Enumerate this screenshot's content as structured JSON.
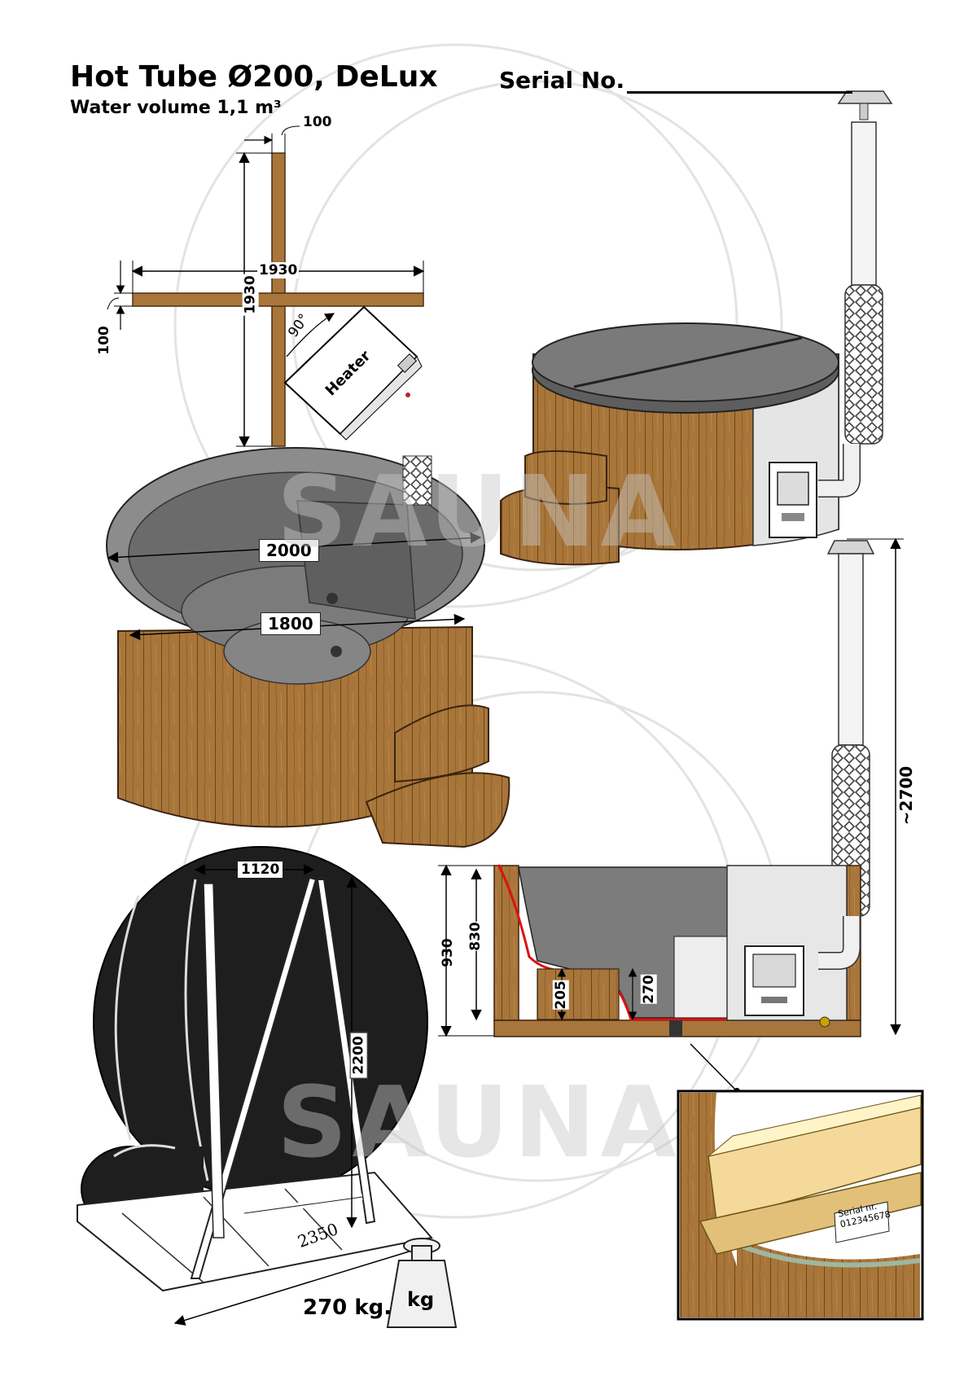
{
  "header": {
    "title": "Hot Tube Ø200, DeLux",
    "subtitle": "Water volume 1,1 m³",
    "serial_label": "Serial No."
  },
  "frame_plan": {
    "beam_width": "100",
    "beam_width_side": "100",
    "length_h": "1930",
    "length_v": "1930",
    "angle": "90°",
    "heater_label": "Heater"
  },
  "tub": {
    "outer_diameter": "2000",
    "inner_diameter": "1800"
  },
  "section": {
    "total_height": "930",
    "inner_height": "830",
    "seat_height": "205",
    "bench_height": "270",
    "chimney_height": "~2700"
  },
  "transport": {
    "width": "1120",
    "height": "2200",
    "length": "2350",
    "weight": "270 kg.",
    "weight_unit": "kg"
  },
  "serial_plate": {
    "line1": "Serial nr.",
    "line2": "012345678"
  },
  "watermark": "SAUNA",
  "colors": {
    "wood": "#a8763a",
    "wood_dark": "#6e4519",
    "shell": "#6f6f6f",
    "cover": "#1c1c1c",
    "steel": "#e7e7e7"
  }
}
